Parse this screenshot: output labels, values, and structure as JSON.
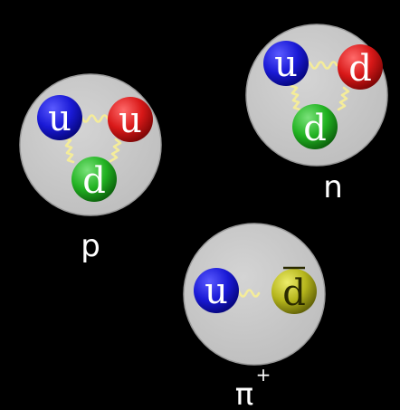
{
  "colors": {
    "background": "#000000",
    "hadron_fill": "#c8c8c8",
    "blue_quark": "#1a1ad6",
    "red_quark": "#d81818",
    "green_quark": "#22b322",
    "yellow_antiquark": "#b5b51c",
    "gluon": "#f4ec9a"
  },
  "hadrons": {
    "proton": {
      "label": "p",
      "quarks": [
        {
          "letter": "u",
          "color": "blue"
        },
        {
          "letter": "u",
          "color": "red"
        },
        {
          "letter": "d",
          "color": "green"
        }
      ]
    },
    "neutron": {
      "label": "n",
      "quarks": [
        {
          "letter": "u",
          "color": "blue"
        },
        {
          "letter": "d",
          "color": "red"
        },
        {
          "letter": "d",
          "color": "green"
        }
      ]
    },
    "pion": {
      "label": "π",
      "charge": "+",
      "quarks": [
        {
          "letter": "u",
          "color": "blue"
        },
        {
          "letter": "d",
          "color": "yellow",
          "antiquark": true
        }
      ]
    }
  }
}
